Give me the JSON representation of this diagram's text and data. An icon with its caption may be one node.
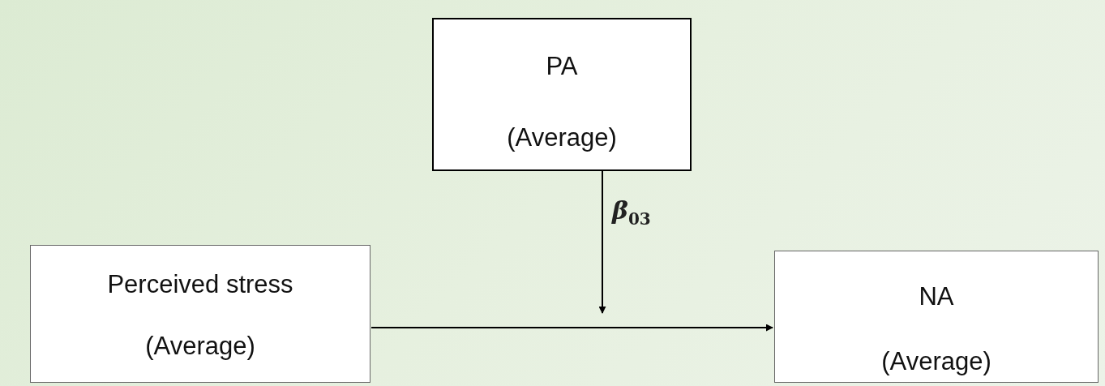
{
  "diagram": {
    "nodes": [
      {
        "text": [
          "PA",
          "(Average)"
        ]
      },
      {
        "text": [
          "Perceived stress",
          "(Average)"
        ]
      },
      {
        "text": [
          "NA",
          "(Average)"
        ]
      }
    ],
    "edges": [
      {
        "from": 0,
        "to": null,
        "arrow": "to",
        "label": "β$_{03}$"
      },
      {
        "from": 1,
        "to": 2,
        "arrow": "to"
      }
    ]
  }
}
